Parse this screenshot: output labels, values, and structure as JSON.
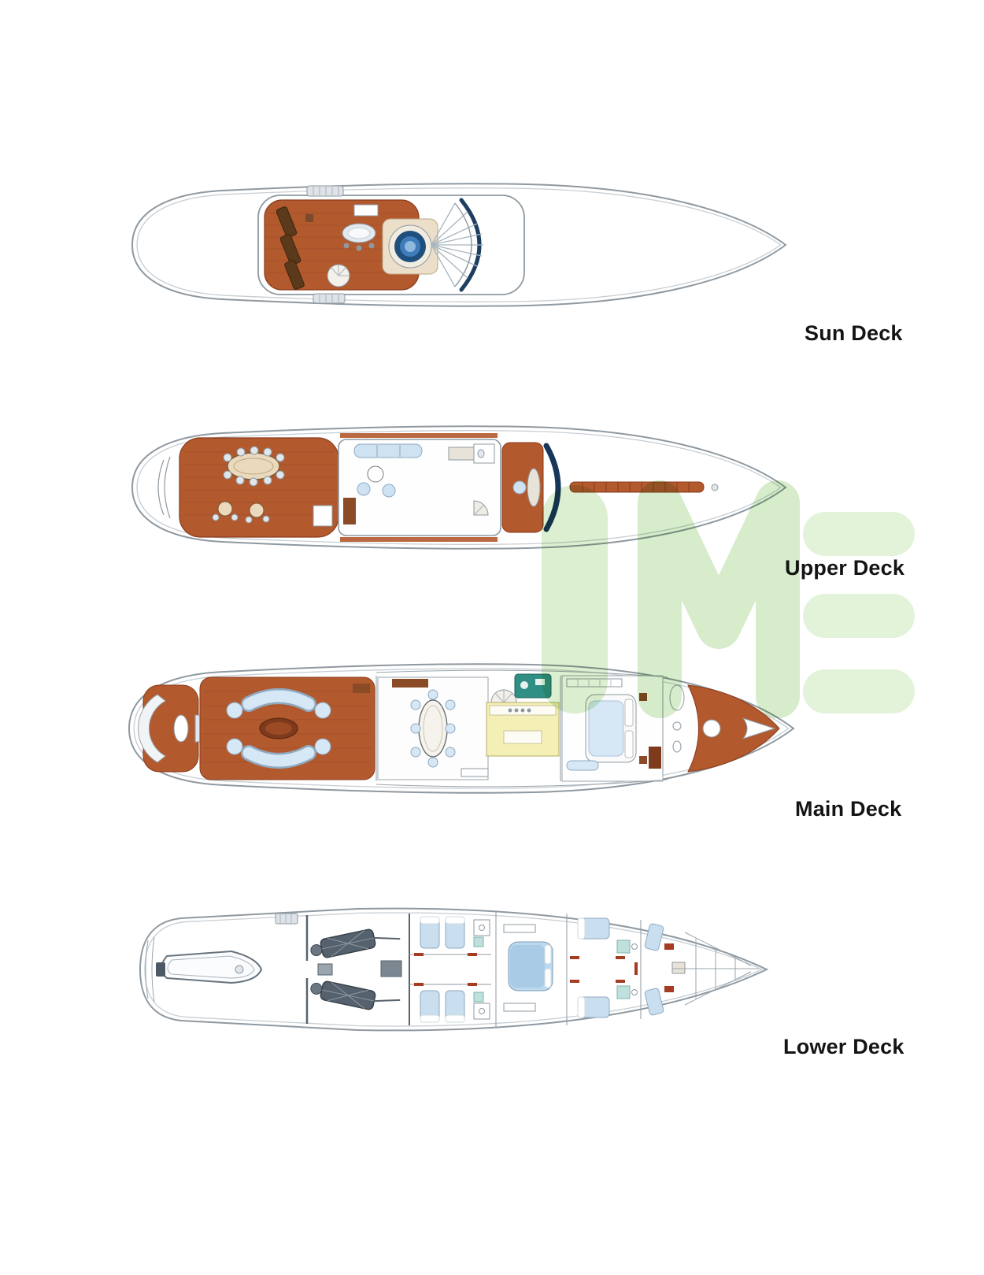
{
  "page": {
    "background": "#ffffff",
    "type": "yacht-deck-plan-diagram"
  },
  "decks": [
    {
      "id": "sun-deck",
      "label": "Sun Deck"
    },
    {
      "id": "upper-deck",
      "label": "Upper Deck"
    },
    {
      "id": "main-deck",
      "label": "Main Deck"
    },
    {
      "id": "lower-deck",
      "label": "Lower Deck"
    }
  ],
  "watermark": {
    "letters": "IME",
    "color": "#dcefd1"
  },
  "colors": {
    "teak_deck": "#b2592e",
    "teak_stroke": "#8a3c1c",
    "hull_outline": "#8f99a1",
    "furniture_blue": "#cfe2f1",
    "furniture_blue_stroke": "#8fa9c0",
    "spa_blue": "#3f7cba",
    "navy_glass": "#1e3e60",
    "galley_yellow": "#f3efb5",
    "teal_bath": "#2f8f85",
    "engine_gray": "#55616c",
    "door_red": "#a63c22",
    "dark_wood": "#7e3a1c"
  }
}
